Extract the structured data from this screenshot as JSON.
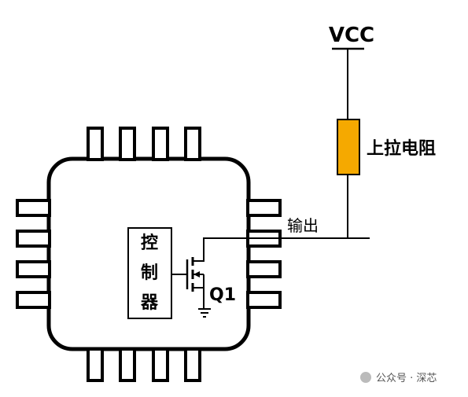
{
  "diagram": {
    "vcc_label": "VCC",
    "resistor_label": "上拉电阻",
    "output_label": "输出",
    "controller_chars": [
      "控",
      "制",
      "器"
    ],
    "transistor_label": "Q1"
  },
  "watermark": {
    "text": "公众号 · 深芯"
  },
  "colors": {
    "resistor_fill": "#F5A900",
    "stroke": "#000000",
    "background": "#ffffff"
  }
}
